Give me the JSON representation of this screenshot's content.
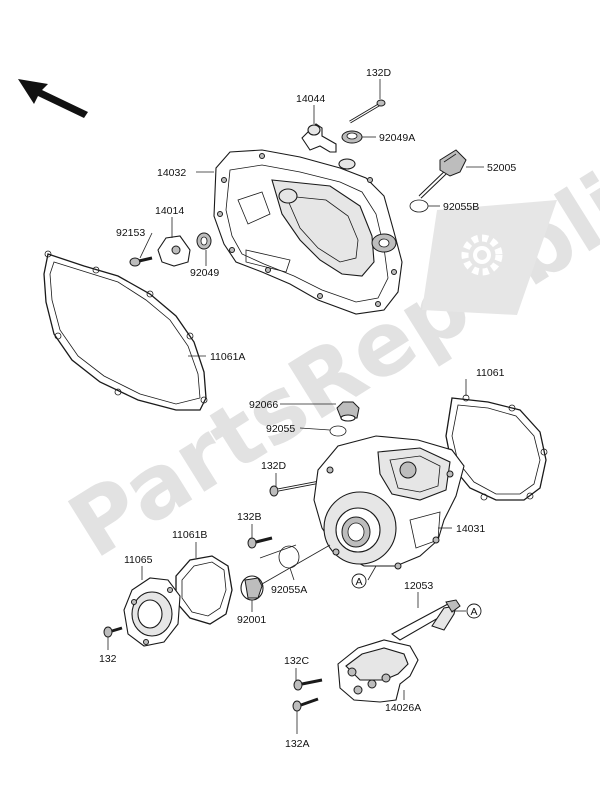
{
  "watermark": "PartsRepublik",
  "labels": {
    "p132D": "132D",
    "p14044": "14044",
    "p92049A": "92049A",
    "p14032": "14032",
    "p52005": "52005",
    "p14014": "14014",
    "p92055B": "92055B",
    "p92153": "92153",
    "p92049": "92049",
    "p11061A": "11061A",
    "p11061": "11061",
    "p92066": "92066",
    "p92055": "92055",
    "p132D_b": "132D",
    "p132B": "132B",
    "p14031": "14031",
    "p11061B": "11061B",
    "p11065": "11065",
    "p92055A": "92055A",
    "refA1": "A",
    "p12053": "12053",
    "refA2": "A",
    "p92001": "92001",
    "p132": "132",
    "p132C": "132C",
    "p14026A": "14026A",
    "p132A": "132A"
  }
}
